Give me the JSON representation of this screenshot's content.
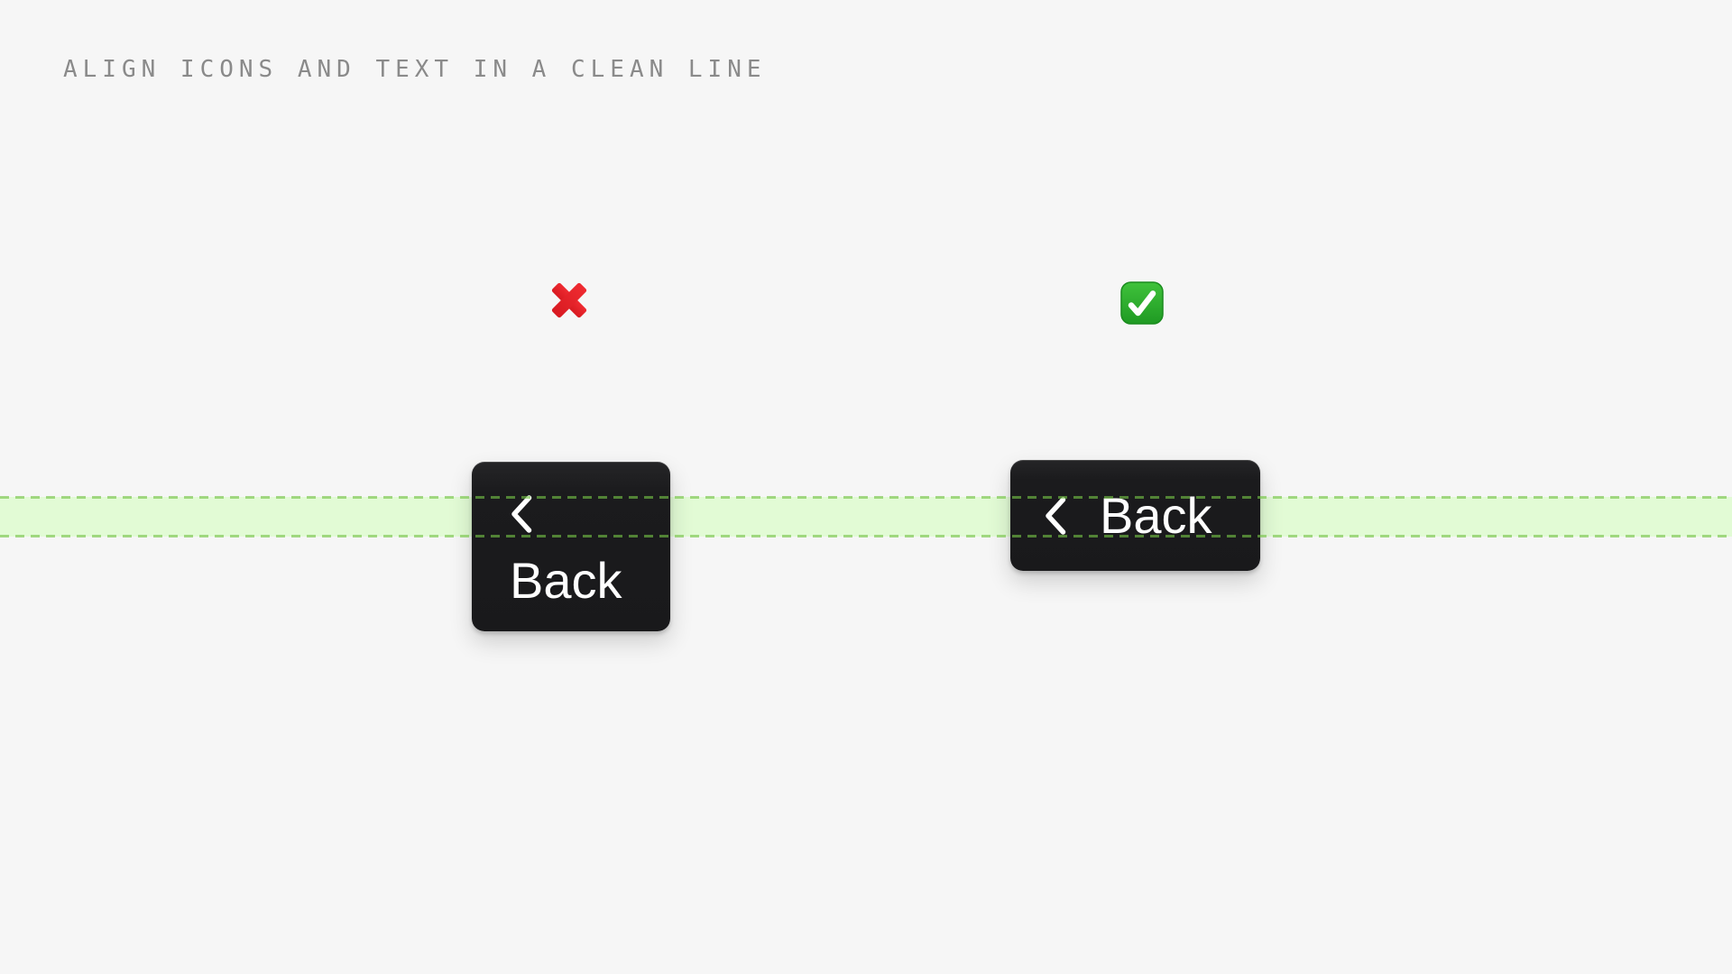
{
  "header": {
    "title": "ALIGN ICONS AND TEXT IN A CLEAN LINE"
  },
  "colors": {
    "background": "#f6f6f6",
    "title_text": "#8a8a8a",
    "button_background": "#1c1c1e",
    "button_text": "#ffffff",
    "guide_band_fill": "#e2fbd5",
    "guide_dash_green": "#74c345",
    "cross_mark_red": "#e81c23",
    "check_mark_green": "#2eb22e"
  },
  "guide": {
    "description": "horizontal-alignment-band"
  },
  "examples": {
    "bad": {
      "marker_icon": "cross-mark-emoji",
      "marker_glyph": "❌",
      "button_icon": "chevron-left-icon",
      "button_label": "Back"
    },
    "good": {
      "marker_icon": "check-mark-emoji",
      "marker_glyph": "✅",
      "button_icon": "chevron-left-icon",
      "button_label": "Back"
    }
  }
}
